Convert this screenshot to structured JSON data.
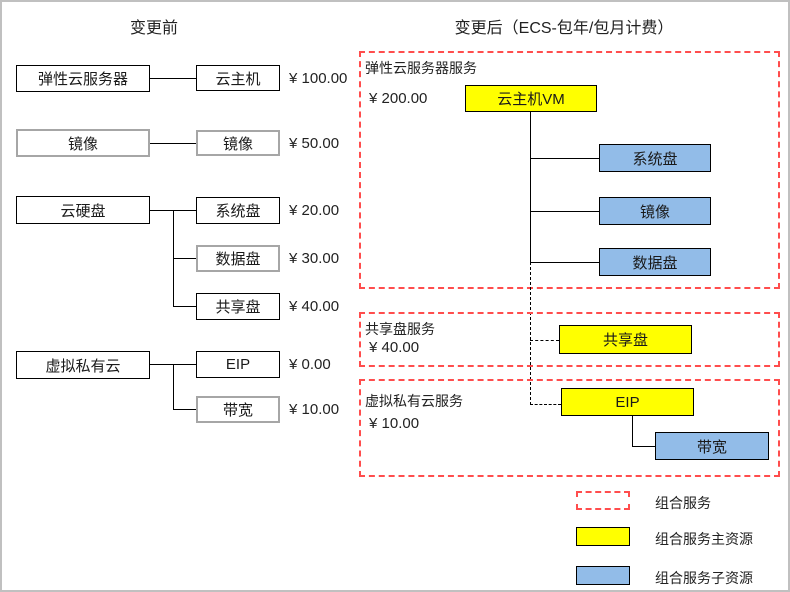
{
  "titles": {
    "before": "变更前",
    "after": "变更后（ECS-包年/包月计费）"
  },
  "before": {
    "groups": [
      {
        "source": "弹性云服务器",
        "items": [
          {
            "label": "云主机",
            "price": "¥ 100.00"
          }
        ]
      },
      {
        "source": "镜像",
        "items": [
          {
            "label": "镜像",
            "price": "¥ 50.00"
          }
        ]
      },
      {
        "source": "云硬盘",
        "items": [
          {
            "label": "系统盘",
            "price": "¥ 20.00"
          },
          {
            "label": "数据盘",
            "price": "¥ 30.00"
          },
          {
            "label": "共享盘",
            "price": "¥ 40.00"
          }
        ]
      },
      {
        "source": "虚拟私有云",
        "items": [
          {
            "label": "EIP",
            "price": "¥ 0.00"
          },
          {
            "label": "带宽",
            "price": "¥ 10.00"
          }
        ]
      }
    ]
  },
  "after": {
    "services": [
      {
        "name": "弹性云服务器服务",
        "price": "¥ 200.00",
        "primary": "云主机VM",
        "children": [
          "系统盘",
          "镜像",
          "数据盘"
        ]
      },
      {
        "name": "共享盘服务",
        "price": "¥ 40.00",
        "primary": "共享盘",
        "children": []
      },
      {
        "name": "虚拟私有云服务",
        "price": "¥ 10.00",
        "primary": "EIP",
        "children": [
          "带宽"
        ]
      }
    ]
  },
  "legend": {
    "items": [
      {
        "swatch": "dashed-red-box",
        "label": "组合服务"
      },
      {
        "swatch": "yellow-box",
        "label": "组合服务主资源"
      },
      {
        "swatch": "blue-box",
        "label": "组合服务子资源"
      }
    ]
  },
  "colors": {
    "primary_resource": "#FFFF00",
    "child_resource": "#92BCE8",
    "group_border": "#FF4D4D"
  }
}
